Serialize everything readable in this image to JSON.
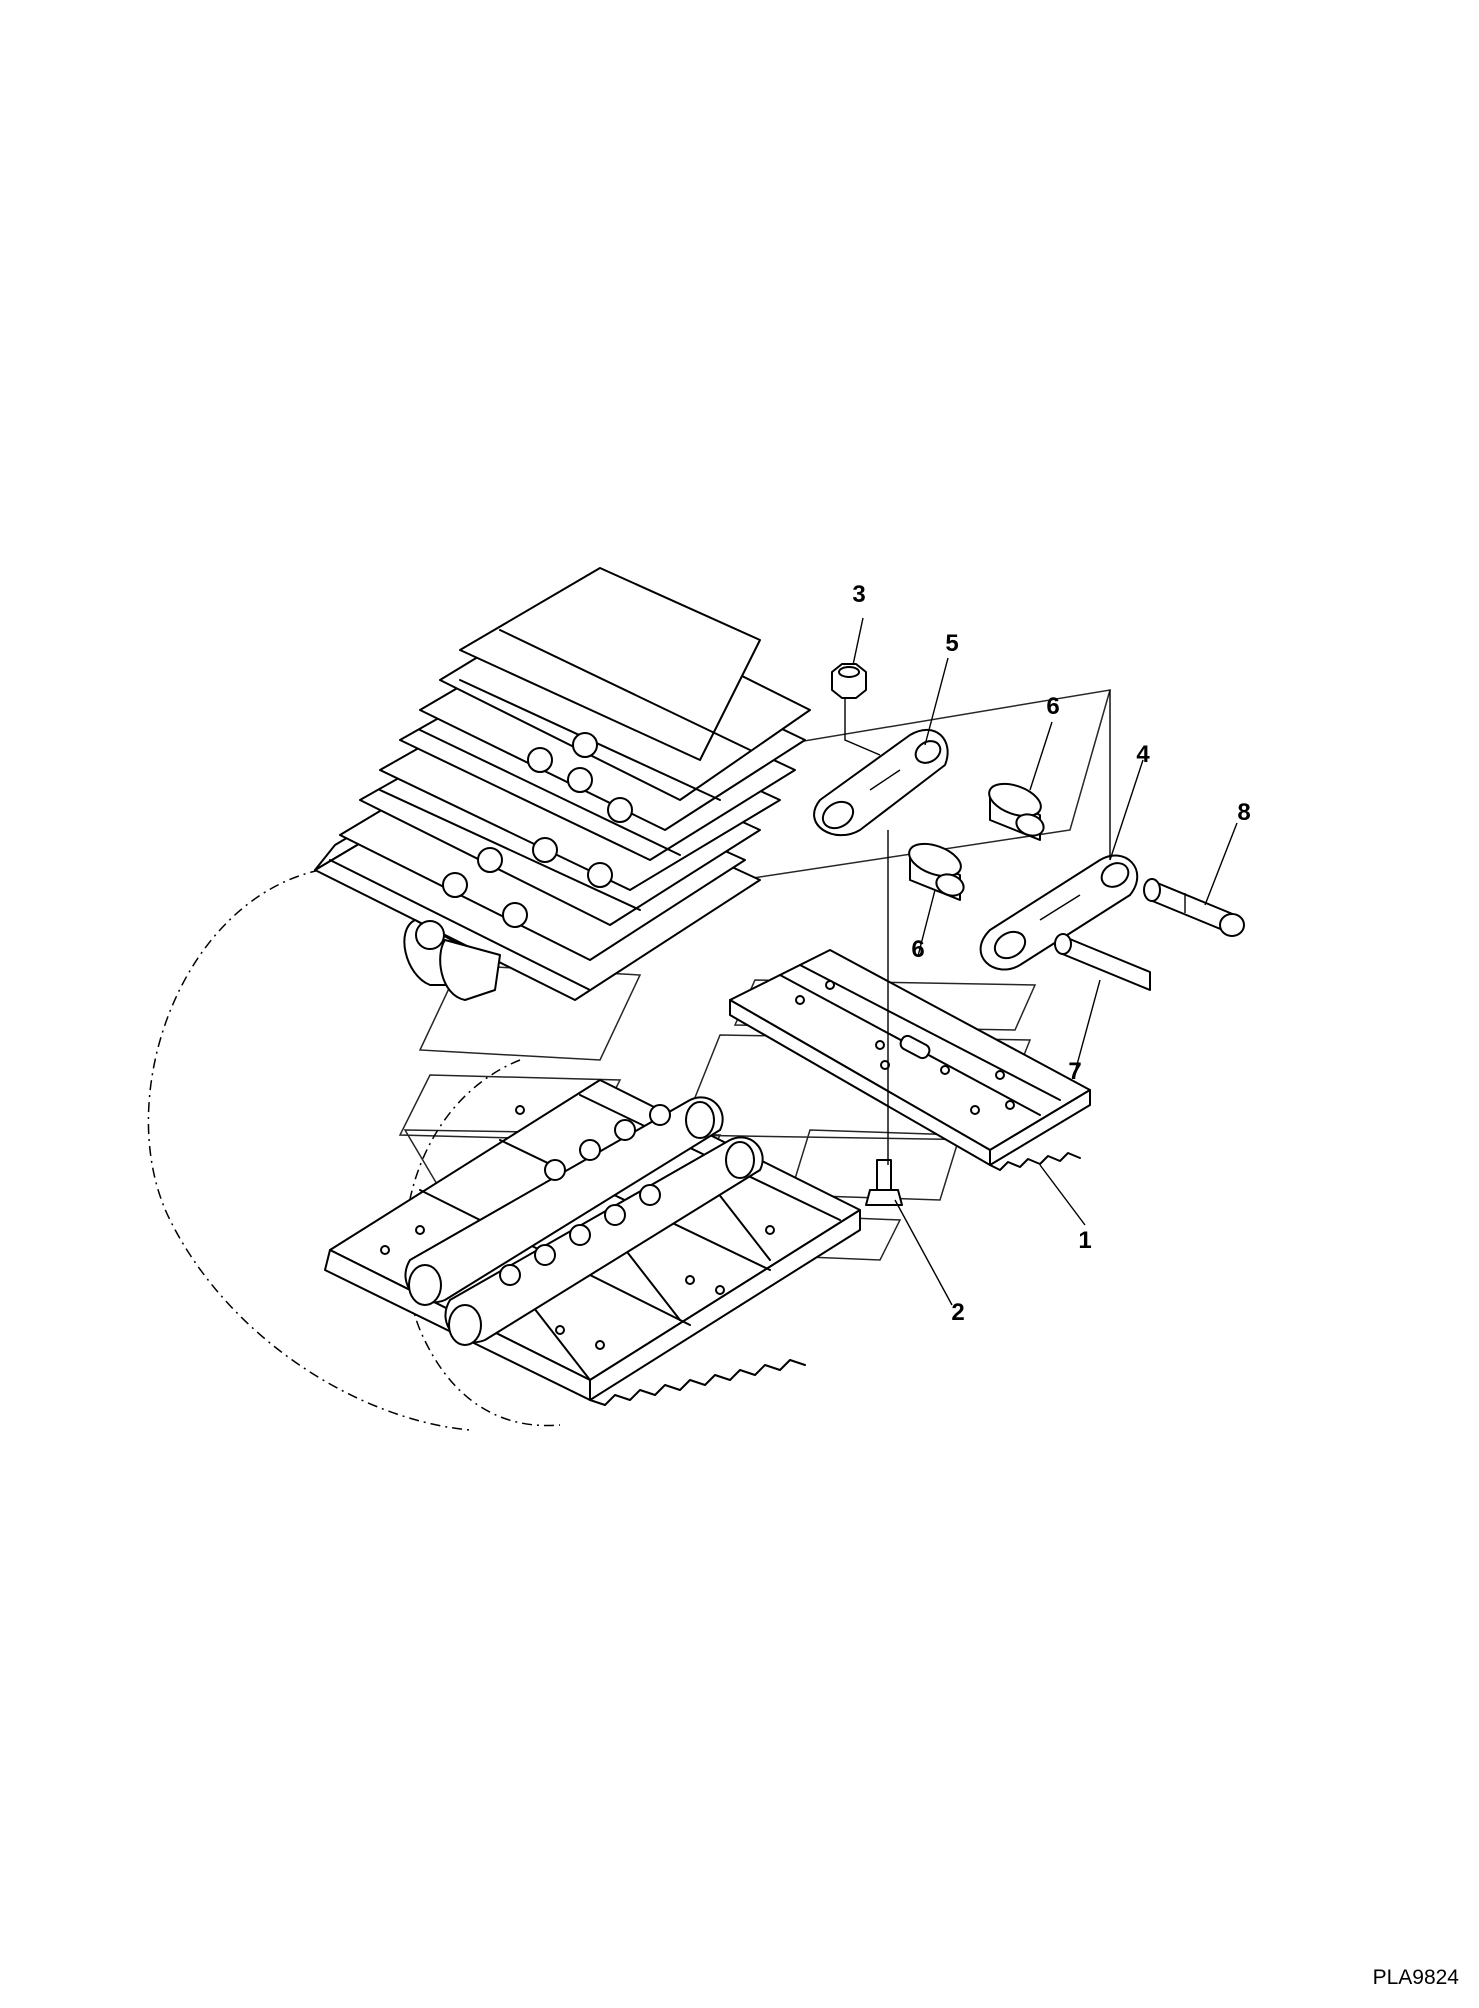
{
  "figure": {
    "reference_code": "PLA9824",
    "callouts": [
      {
        "id": "callout-1",
        "label": "1"
      },
      {
        "id": "callout-2",
        "label": "2"
      },
      {
        "id": "callout-3",
        "label": "3"
      },
      {
        "id": "callout-4",
        "label": "4"
      },
      {
        "id": "callout-5",
        "label": "5"
      },
      {
        "id": "callout-6a",
        "label": "6"
      },
      {
        "id": "callout-6b",
        "label": "6"
      },
      {
        "id": "callout-7",
        "label": "7"
      },
      {
        "id": "callout-8",
        "label": "8"
      }
    ]
  }
}
